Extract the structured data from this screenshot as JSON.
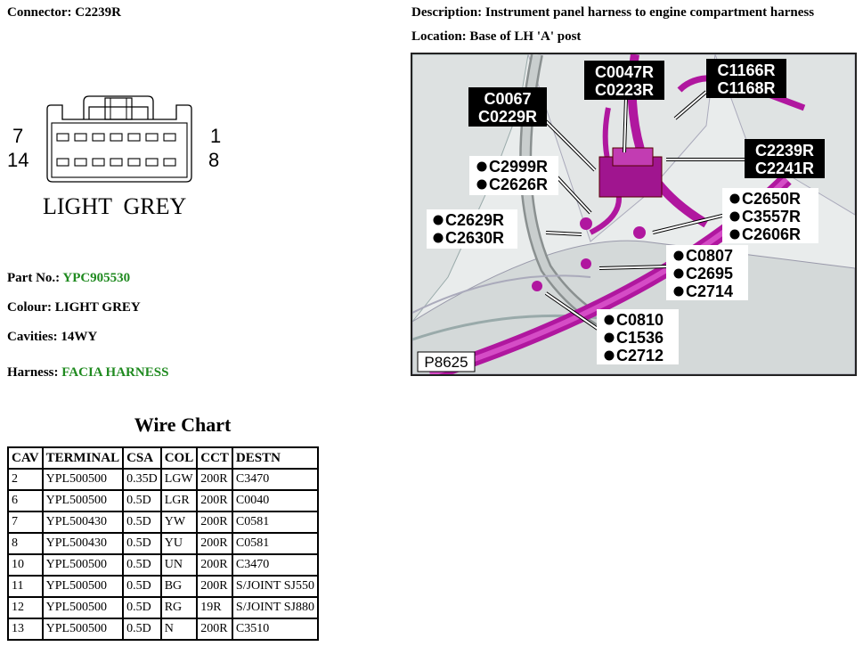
{
  "header": {
    "connector_label": "Connector:",
    "connector_value": "C2239R",
    "description_label": "Description:",
    "description_value": "Instrument panel harness to engine compartment harness",
    "location_label": "Location:",
    "location_value": "Base of LH 'A' post"
  },
  "connector_diagram": {
    "pin_top_left": "7",
    "pin_bottom_left": "14",
    "pin_top_right": "1",
    "pin_bottom_right": "8",
    "color_caption": "LIGHT  GREY"
  },
  "details": {
    "part_label": "Part No.:",
    "part_value": "YPC905530",
    "colour_label": "Colour:",
    "colour_value": "LIGHT GREY",
    "cavities_label": "Cavities:",
    "cavities_value": "14WY",
    "harness_label": "Harness:",
    "harness_value": "FACIA HARNESS"
  },
  "photo": {
    "ref_label": "P8625",
    "callouts": {
      "a": [
        "C0047R",
        "C0223R"
      ],
      "b": [
        "C1166R",
        "C1168R"
      ],
      "c": [
        "C0067",
        "C0229R"
      ],
      "d": [
        "C2239R",
        "C2241R"
      ],
      "e": [
        "C2999R",
        "C2626R"
      ],
      "f": [
        "C2650R",
        "C3557R",
        "C2606R"
      ],
      "g": [
        "C2629R",
        "C2630R"
      ],
      "h": [
        "C0807",
        "C2695",
        "C2714"
      ],
      "i": [
        "C0810",
        "C1536",
        "C2712"
      ]
    },
    "colors": {
      "harness": "#b0179f",
      "callout_bg": "#000000",
      "callout_text": "#ffffff"
    }
  },
  "wire_chart": {
    "title": "Wire Chart",
    "headers": [
      "CAV",
      "TERMINAL",
      "CSA",
      "COL",
      "CCT",
      "DESTN"
    ],
    "rows": [
      [
        "2",
        "YPL500500",
        "0.35D",
        "LGW",
        "200R",
        "C3470"
      ],
      [
        "6",
        "YPL500500",
        "0.5D",
        "LGR",
        "200R",
        "C0040"
      ],
      [
        "7",
        "YPL500430",
        "0.5D",
        "YW",
        "200R",
        "C0581"
      ],
      [
        "8",
        "YPL500430",
        "0.5D",
        "YU",
        "200R",
        "C0581"
      ],
      [
        "10",
        "YPL500500",
        "0.5D",
        "UN",
        "200R",
        "C3470"
      ],
      [
        "11",
        "YPL500500",
        "0.5D",
        "BG",
        "200R",
        "S/JOINT SJ550"
      ],
      [
        "12",
        "YPL500500",
        "0.5D",
        "RG",
        "19R",
        "S/JOINT SJ880"
      ],
      [
        "13",
        "YPL500500",
        "0.5D",
        "N",
        "200R",
        "C3510"
      ]
    ]
  }
}
